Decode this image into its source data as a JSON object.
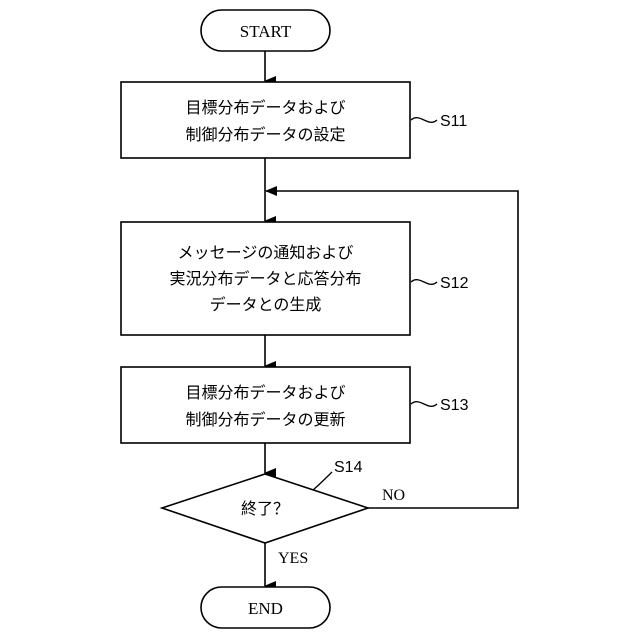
{
  "flowchart": {
    "start": {
      "label": "START"
    },
    "end": {
      "label": "END"
    },
    "steps": [
      {
        "id": "S11",
        "lines": [
          "目標分布データおよび",
          "制御分布データの設定"
        ]
      },
      {
        "id": "S12",
        "lines": [
          "メッセージの通知および",
          "実況分布データと応答分布",
          "データとの生成"
        ]
      },
      {
        "id": "S13",
        "lines": [
          "目標分布データおよび",
          "制御分布データの更新"
        ]
      }
    ],
    "decision": {
      "id": "S14",
      "label": "終了？",
      "yes_label": "YES",
      "no_label": "NO"
    }
  }
}
